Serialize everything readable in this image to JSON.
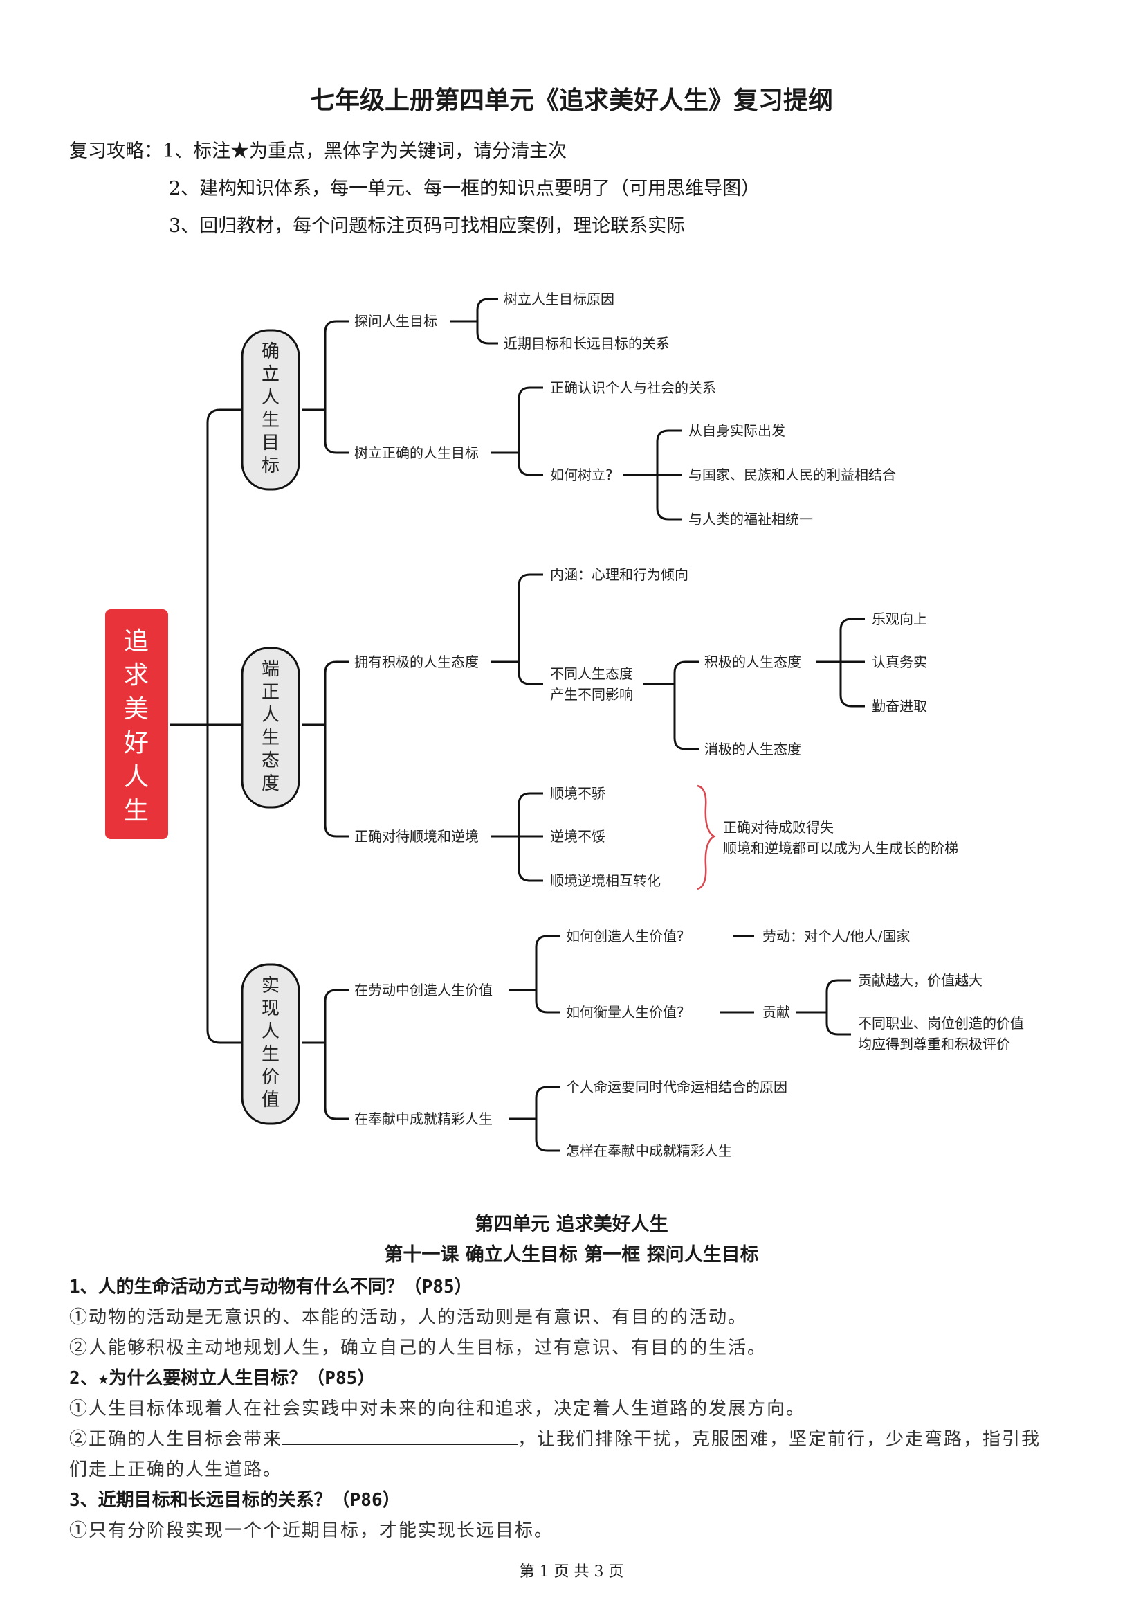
{
  "header": {
    "title": "七年级上册第四单元《追求美好人生》复习提纲",
    "tips": [
      "复习攻略：1、标注★为重点，黑体字为关键词，请分清主次",
      "2、建构知识体系，每一单元、每一框的知识点要明了（可用思维导图）",
      "3、回归教材，每个问题标注页码可找相应案例，理论联系实际"
    ]
  },
  "mindmap": {
    "root": "追求美好人生",
    "branches": [
      {
        "label": "确立人生目标",
        "children": [
          {
            "label": "探问人生目标",
            "children": [
              "树立人生目标原因",
              "近期目标和长远目标的关系"
            ]
          },
          {
            "label": "树立正确的人生目标",
            "children": [
              "正确认识个人与社会的关系"
            ],
            "how": {
              "label": "如何树立?",
              "items": [
                "从自身实际出发",
                "与国家、民族和人民的利益相结合",
                "与人类的福祉相统一"
              ]
            }
          }
        ]
      },
      {
        "label": "端正人生态度",
        "children": [
          {
            "label": "拥有积极的人生态度",
            "connotation": "内涵：心理和行为倾向",
            "influence": {
              "label": [
                "不同人生态度",
                "产生不同影响"
              ],
              "positive": {
                "label": "积极的人生态度",
                "items": [
                  "乐观向上",
                  "认真务实",
                  "勤奋进取"
                ]
              },
              "negative": "消极的人生态度"
            }
          },
          {
            "label": "正确对待顺境和逆境",
            "items": [
              "顺境不骄",
              "逆境不馁",
              "顺境逆境相互转化"
            ],
            "note": [
              "正确对待成败得失",
              "顺境和逆境都可以成为人生成长的阶梯"
            ]
          }
        ]
      },
      {
        "label": "实现人生价值",
        "children": [
          {
            "label": "在劳动中创造人生价值",
            "create": {
              "label": "如何创造人生价值?",
              "answer": "劳动：对个人/他人/国家"
            },
            "measure": {
              "label": "如何衡量人生价值?",
              "answer": "贡献",
              "items": [
                "贡献越大，价值越大",
                "不同职业、岗位创造的价值",
                "均应得到尊重和积极评价"
              ]
            }
          },
          {
            "label": "在奉献中成就精彩人生",
            "children": [
              "个人命运要同时代命运相结合的原因",
              "怎样在奉献中成就精彩人生"
            ]
          }
        ]
      }
    ]
  },
  "content": {
    "unit": "第四单元  追求美好人生",
    "lesson": "第十一课  确立人生目标    第一框  探问人生目标",
    "questions": [
      {
        "q": "1、人的生命活动方式与动物有什么不同？（P85）",
        "a": [
          "①动物的活动是无意识的、本能的活动，人的活动则是有意识、有目的的活动。",
          "②人能够积极主动地规划人生，确立自己的人生目标，过有意识、有目的的生活。"
        ]
      },
      {
        "q": "2、★为什么要树立人生目标？（P85）",
        "a": [
          "①人生目标体现着人在社会实践中对未来的向往和追求，决定着人生道路的发展方向。"
        ],
        "fill_before": "②正确的人生目标会带来",
        "fill_after": "，让我们排除干扰，克服困难，坚定前行，少走弯路，指引我",
        "fill_cont": "们走上正确的人生道路。"
      },
      {
        "q": "3、近期目标和长远目标的关系？（P86）",
        "a": [
          "①只有分阶段实现一个个近期目标，才能实现长远目标。"
        ]
      }
    ]
  },
  "footer": {
    "text": "第 1 页 共 3 页"
  },
  "colors": {
    "root_fill": "#e8333a",
    "branch_fill": "#e8e8e8",
    "note_brace": "#d9474f"
  }
}
